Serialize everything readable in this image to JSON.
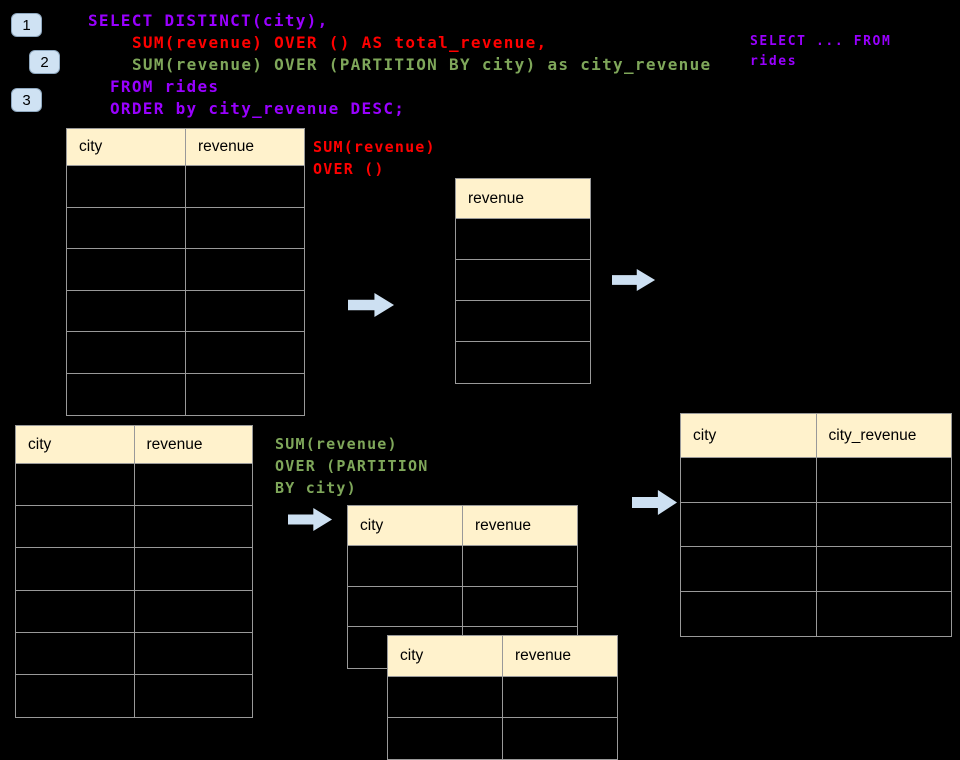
{
  "colors": {
    "background": "#000000",
    "header_fill": "#FFF2CC",
    "table_border": "#999999",
    "badge_fill": "#CFE2F3",
    "arrow_fill": "#CDE0F2",
    "purple": "#9900FF",
    "red": "#FF0000",
    "green": "#7FA75A"
  },
  "badges": [
    {
      "label": "1"
    },
    {
      "label": "2"
    },
    {
      "label": "3"
    }
  ],
  "sql": {
    "lines": [
      {
        "text": "SELECT DISTINCT(city),"
      },
      {
        "text": "SUM(revenue) OVER () AS total_revenue,"
      },
      {
        "text": "SUM(revenue) OVER (PARTITION BY city) as city_revenue"
      },
      {
        "text": "FROM rides"
      },
      {
        "text": "ORDER by city_revenue DESC;"
      }
    ]
  },
  "side_note": {
    "line1": "SELECT ... FROM",
    "line2": "rides"
  },
  "annotations": {
    "total": {
      "line1": "SUM(revenue)",
      "line2": "OVER ()"
    },
    "partition": {
      "line1": "SUM(revenue)",
      "line2": "OVER (PARTITION",
      "line3": "BY city)"
    }
  },
  "tables": {
    "source_top": {
      "headers": [
        "city",
        "revenue"
      ],
      "rows": 6
    },
    "total_result": {
      "headers": [
        "revenue"
      ],
      "rows": 4
    },
    "source_bottom": {
      "headers": [
        "city",
        "revenue"
      ],
      "rows": 6
    },
    "partition_mid": {
      "headers": [
        "city",
        "revenue"
      ],
      "rows": 3
    },
    "partition_overlay": {
      "headers": [
        "city",
        "revenue"
      ],
      "rows": 2
    },
    "final_result": {
      "headers": [
        "city",
        "city_revenue"
      ],
      "rows": 4
    }
  },
  "arrow_icon": "right-block-arrow"
}
